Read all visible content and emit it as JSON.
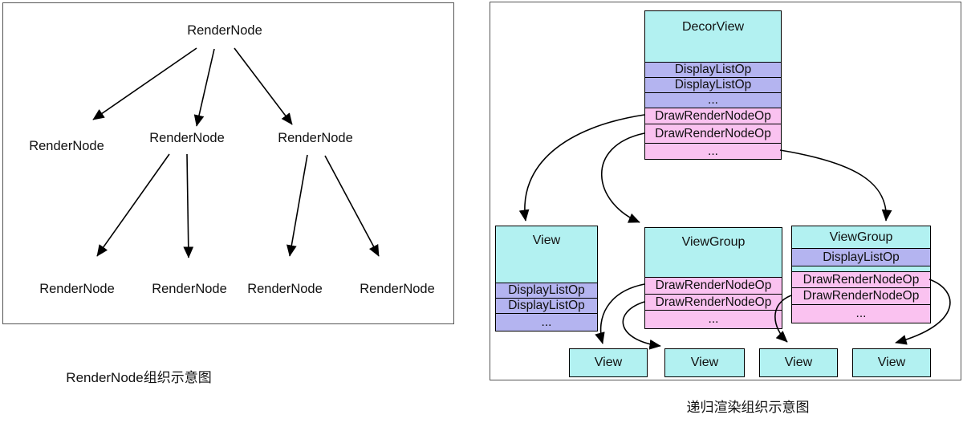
{
  "colors": {
    "cyan": "#b2f1f1",
    "purple": "#b4b4f0",
    "pink": "#fac2f0",
    "line": "#000000",
    "panel": "#555555"
  },
  "left": {
    "caption": "RenderNode组织示意图",
    "root": "RenderNode",
    "level2": [
      "RenderNode",
      "RenderNode",
      "RenderNode"
    ],
    "level3": [
      "RenderNode",
      "RenderNode",
      "RenderNode",
      "RenderNode"
    ]
  },
  "right": {
    "caption": "递归渲染组织示意图",
    "decorview": {
      "title": "DecorView",
      "rows": [
        "DisplayListOp",
        "DisplayListOp",
        "...",
        "DrawRenderNodeOp",
        "DrawRenderNodeOp",
        "..."
      ]
    },
    "view": {
      "title": "View",
      "rows": [
        "DisplayListOp",
        "DisplayListOp",
        "..."
      ]
    },
    "viewgroup1": {
      "title": "ViewGroup",
      "rows": [
        "DrawRenderNodeOp",
        "DrawRenderNodeOp",
        "..."
      ]
    },
    "viewgroup2": {
      "title": "ViewGroup",
      "rows": [
        "DisplayListOp",
        "DrawRenderNodeOp",
        "DrawRenderNodeOp",
        "..."
      ]
    },
    "leaves": [
      "View",
      "View",
      "View",
      "View"
    ]
  }
}
